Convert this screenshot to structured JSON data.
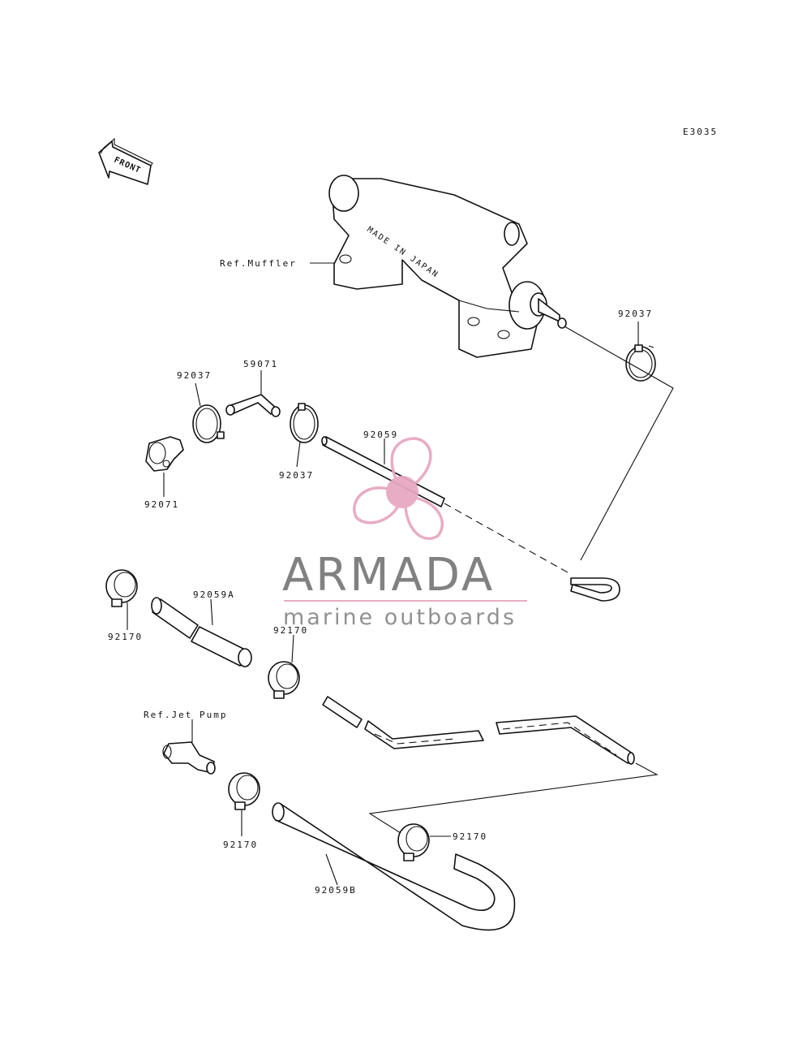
{
  "diagram": {
    "code": "E3035",
    "front_label": "FRONT",
    "muffler_stamp": "MADE IN JAPAN",
    "labels": {
      "ref_muffler": "Ref.Muffler",
      "p92037_a": "92037",
      "p92037_b": "92037",
      "p92037_c": "92037",
      "p59071": "59071",
      "p92071": "92071",
      "p92059": "92059",
      "p92059a": "92059A",
      "p92170_a": "92170",
      "p92170_b": "92170",
      "p92170_c": "92170",
      "p92170_d": "92170",
      "ref_jet_pump": "Ref.Jet Pump",
      "p92059b": "92059B"
    }
  },
  "watermark": {
    "brand": "ARMADA",
    "tagline": "marine outboards",
    "accent_color": "#e7a6c0",
    "text_color": "#777777"
  }
}
